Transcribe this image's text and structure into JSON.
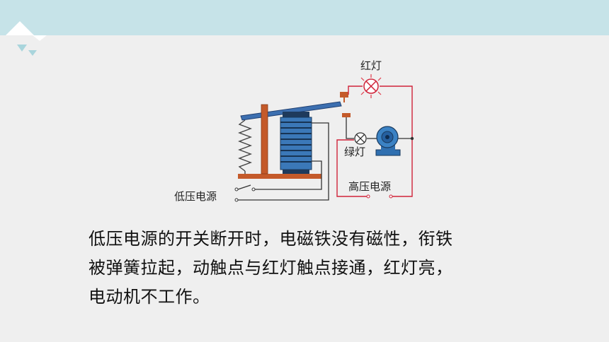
{
  "diagram": {
    "labels": {
      "red_lamp": "红灯",
      "green_lamp": "绿灯",
      "low_voltage": "低压电源",
      "high_voltage": "高压电源"
    }
  },
  "body": {
    "lines": [
      "低压电源的开关断开时，电磁铁没有磁性，衔铁",
      "被弹簧拉起，动触点与红灯触点接通，红灯亮，",
      "电动机不工作。"
    ]
  }
}
